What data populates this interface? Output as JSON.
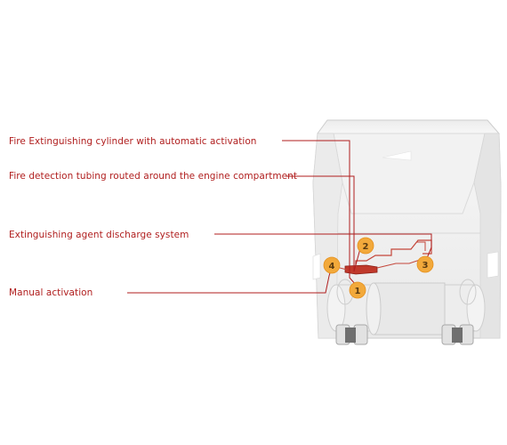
{
  "colors": {
    "callout_text": "#b01e1e",
    "leader_line": "#b01e1e",
    "marker_fill": "#f2a93b",
    "marker_text": "#5a3a10",
    "vehicle_outline": "#cfcfcf",
    "vehicle_fill": "#efefef"
  },
  "callouts": [
    {
      "number": "1",
      "label": "Fire Extinguishing cylinder with automatic activation"
    },
    {
      "number": "2",
      "label": "Fire detection tubing routed around the engine compartment"
    },
    {
      "number": "3",
      "label": "Extinguishing agent discharge system"
    },
    {
      "number": "4",
      "label": "Manual activation"
    }
  ]
}
